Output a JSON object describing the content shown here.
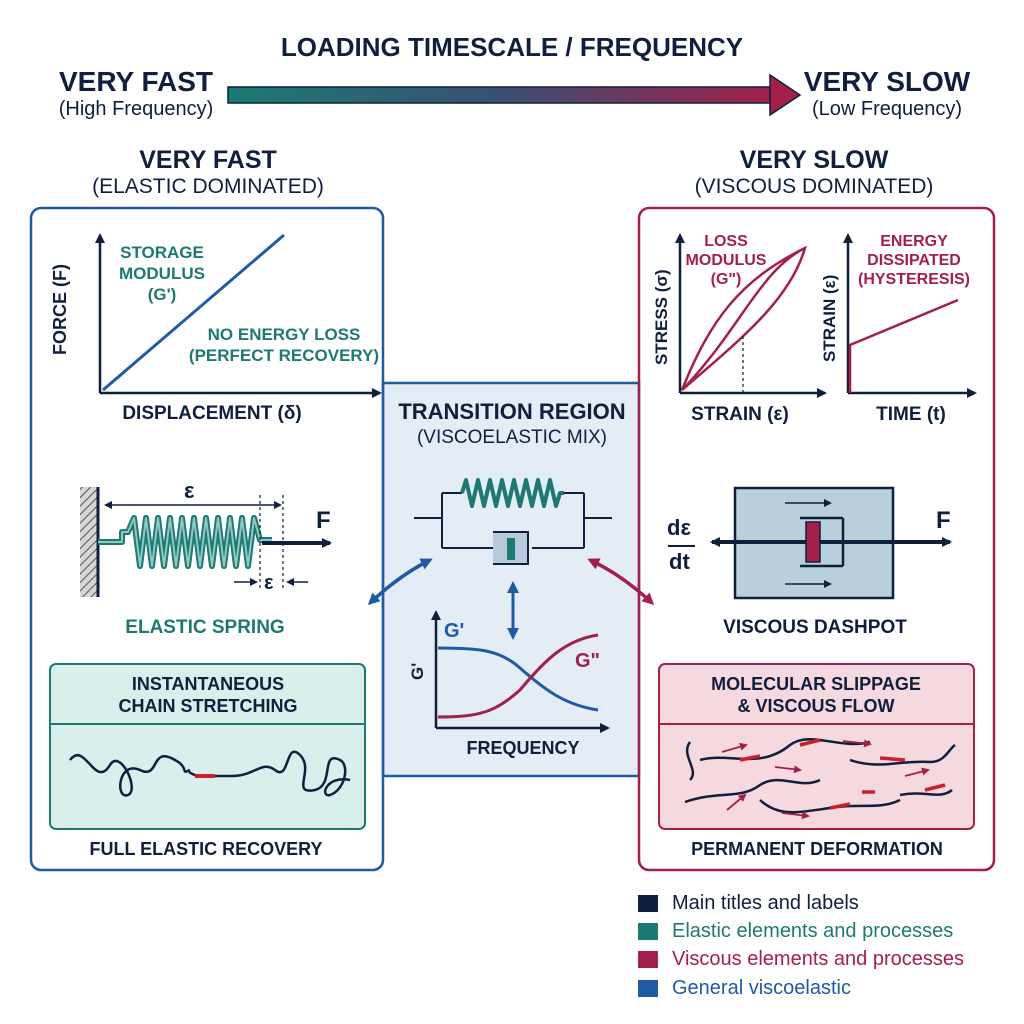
{
  "header": {
    "title": "LOADING TIMESCALE / FREQUENCY",
    "left_label": "VERY FAST",
    "left_sub": "(High Frequency)",
    "right_label": "VERY SLOW",
    "right_sub": "(Low Frequency)"
  },
  "left_panel": {
    "title": "VERY FAST",
    "subtitle": "(ELASTIC DOMINATED)",
    "graph": {
      "ylabel": "FORCE (F)",
      "xlabel": "DISPLACEMENT (δ)",
      "line_label": "STORAGE\nMODULUS\n(G')",
      "note": "NO ENERGY LOSS\n(PERFECT RECOVERY)"
    },
    "spring": {
      "strain_label": "ε",
      "delta_label": "ε",
      "force_label": "F",
      "caption": "ELASTIC SPRING"
    },
    "chain_box": {
      "title": "INSTANTANEOUS\nCHAIN STRETCHING",
      "caption": "FULL ELASTIC RECOVERY"
    }
  },
  "middle_panel": {
    "title": "TRANSITION REGION",
    "subtitle": "(VISCOELASTIC MIX)",
    "graph": {
      "ylabel": "G'",
      "xlabel": "FREQUENCY",
      "series1": "G'",
      "series2": "G\""
    }
  },
  "right_panel": {
    "title": "VERY SLOW",
    "subtitle": "(VISCOUS DOMINATED)",
    "graph1": {
      "ylabel": "STRESS (σ)",
      "xlabel": "STRAIN (ε)",
      "label": "LOSS\nMODULUS\n(G\")"
    },
    "graph2": {
      "ylabel": "STRAIN (ε)",
      "xlabel": "TIME (t)",
      "label": "ENERGY\nDISSIPATED\n(HYSTERESIS)"
    },
    "dashpot": {
      "rate_num": "dε",
      "rate_den": "dt",
      "force_label": "F",
      "caption": "VISCOUS DASHPOT"
    },
    "flow_box": {
      "title": "MOLECULAR SLIPPAGE\n& VISCOUS FLOW",
      "caption": "PERMANENT DEFORMATION"
    }
  },
  "legend": [
    {
      "color": "#0f1f3d",
      "label": "Main titles and labels"
    },
    {
      "color": "#1c7a72",
      "label": "Elastic elements and processes"
    },
    {
      "color": "#a3204a",
      "label": "Viscous elements and processes"
    },
    {
      "color": "#1f5aa6",
      "label": "General viscoelastic"
    }
  ],
  "colors": {
    "navy": "#0f1f3d",
    "teal": "#1c7a72",
    "wine": "#a3204a",
    "blue": "#1f5aa6"
  }
}
